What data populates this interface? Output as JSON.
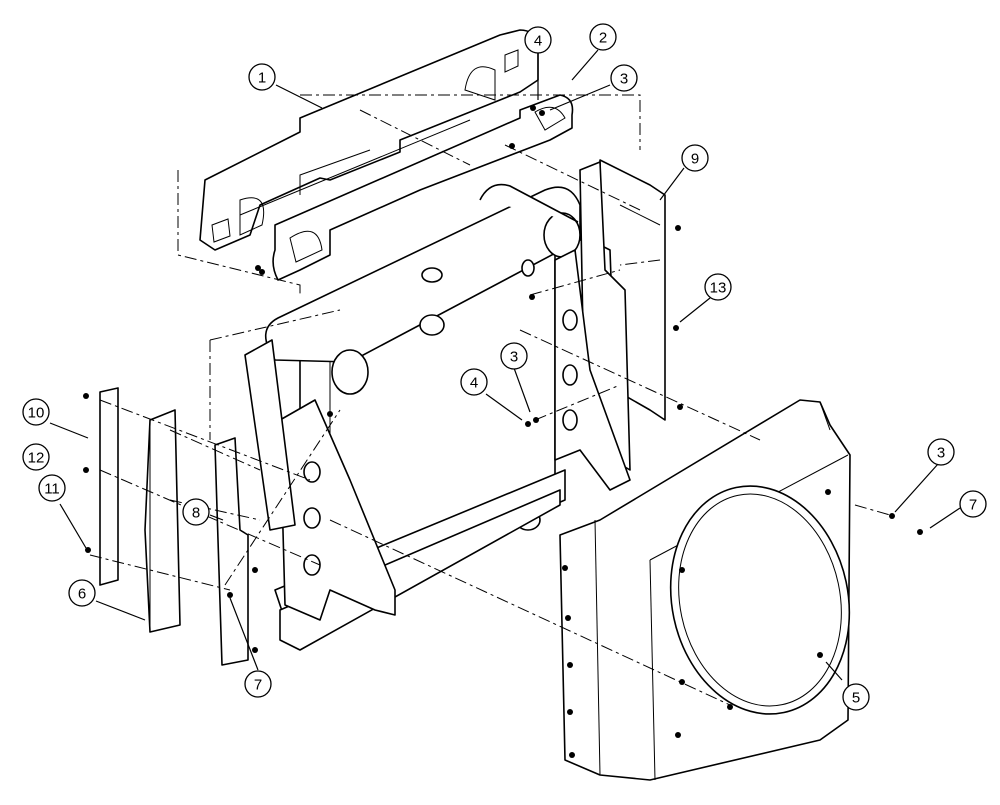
{
  "diagram": {
    "colors": {
      "ink": "#000000",
      "paper": "#ffffff"
    },
    "callouts": [
      {
        "id": "c1",
        "label": "1"
      },
      {
        "id": "c2",
        "label": "2"
      },
      {
        "id": "c4a",
        "label": "4"
      },
      {
        "id": "c3a",
        "label": "3"
      },
      {
        "id": "c9",
        "label": "9"
      },
      {
        "id": "c13",
        "label": "13"
      },
      {
        "id": "c3b",
        "label": "3"
      },
      {
        "id": "c4b",
        "label": "4"
      },
      {
        "id": "c10",
        "label": "10"
      },
      {
        "id": "c12",
        "label": "12"
      },
      {
        "id": "c11",
        "label": "11"
      },
      {
        "id": "c8",
        "label": "8"
      },
      {
        "id": "c6",
        "label": "6"
      },
      {
        "id": "c7a",
        "label": "7"
      },
      {
        "id": "c3c",
        "label": "3"
      },
      {
        "id": "c7b",
        "label": "7"
      },
      {
        "id": "c5",
        "label": "5"
      }
    ]
  }
}
